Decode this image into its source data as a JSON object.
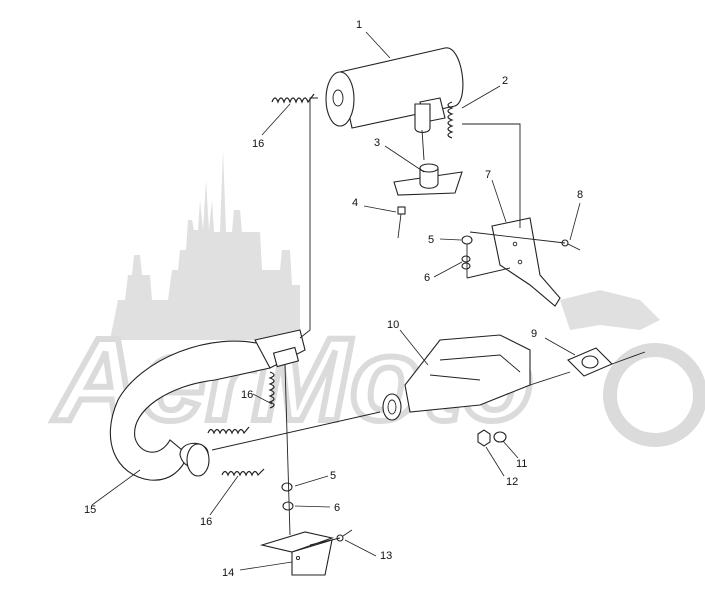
{
  "watermark": {
    "text": "AerMoto"
  },
  "callouts": {
    "c1": "1",
    "c2": "2",
    "c3": "3",
    "c4": "4",
    "c5a": "5",
    "c6a": "6",
    "c7": "7",
    "c8": "8",
    "c9": "9",
    "c10": "10",
    "c11": "11",
    "c12": "12",
    "c13": "13",
    "c14": "14",
    "c15": "15",
    "c16a": "16",
    "c16b": "16",
    "c16c": "16",
    "c5b": "5",
    "c6b": "6"
  },
  "colors": {
    "line": "#222222",
    "watermark": "#d0d0d0",
    "background": "#ffffff"
  }
}
